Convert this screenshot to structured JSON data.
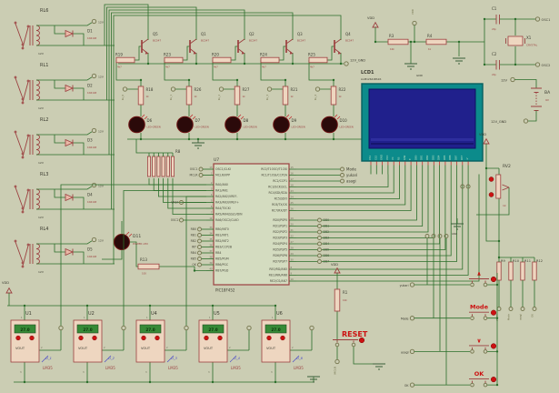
{
  "relays": [
    {
      "name": "RL6",
      "diode": "D1",
      "part": "1N4148",
      "v": "12V",
      "v2": "12V"
    },
    {
      "name": "RL1",
      "diode": "D2",
      "part": "1N4148",
      "v": "12V",
      "v2": "12V"
    },
    {
      "name": "RL2",
      "diode": "D3",
      "part": "1N4148",
      "v": "12V",
      "v2": "12V"
    },
    {
      "name": "RL3",
      "diode": "D4",
      "part": "1N4148",
      "v": "12V",
      "v2": "12V"
    },
    {
      "name": "RL4",
      "diode": "D5",
      "part": "1N4148",
      "v": "12V",
      "v2": "12V"
    }
  ],
  "stages": [
    {
      "q": "Q5",
      "qpart": "BC547",
      "rb": "R19",
      "rbv": "4k7",
      "rl": "R18",
      "rlv": "1k",
      "led": "D6",
      "ledpart": "LED-GREEN",
      "net": "RL_6"
    },
    {
      "q": "Q1",
      "qpart": "BC547",
      "rb": "R23",
      "rbv": "4k7",
      "rl": "R26",
      "rlv": "1k",
      "led": "D7",
      "ledpart": "LED-GREEN",
      "net": "RL_1"
    },
    {
      "q": "Q2",
      "qpart": "BC547",
      "rb": "R20",
      "rbv": "4k7",
      "rl": "R27",
      "rlv": "1k",
      "led": "D8",
      "ledpart": "LED-GREEN",
      "net": "RL_2"
    },
    {
      "q": "Q3",
      "qpart": "BC547",
      "rb": "R24",
      "rbv": "4k7",
      "rl": "R21",
      "rlv": "1k",
      "led": "D9",
      "ledpart": "LED-GREEN",
      "net": "RL_3"
    },
    {
      "q": "Q4",
      "qpart": "BC547",
      "rb": "R25",
      "rbv": "4k7",
      "rl": "R22",
      "rlv": "1k",
      "led": "D10",
      "ledpart": "LED-GREEN",
      "net": "RL_4"
    }
  ],
  "r8": {
    "name": "R8"
  },
  "power_led": {
    "name": "D11",
    "part": "POWER LED",
    "r13": "R13",
    "r13v": "100"
  },
  "mcu": {
    "ref": "U7",
    "part": "PIC18F452",
    "left_top": [
      {
        "n": "13",
        "name": "OSC1/CLKI"
      },
      {
        "n": "1",
        "name": "MCLR/VPP"
      }
    ],
    "left_ra": [
      {
        "n": "2",
        "name": "RA0/AN0"
      },
      {
        "n": "3",
        "name": "RA1/AN1"
      },
      {
        "n": "4",
        "name": "RA2/AN2/VREF-"
      },
      {
        "n": "5",
        "name": "RA3/AN3/VREF+"
      },
      {
        "n": "6",
        "name": "RA4/T0CKI"
      },
      {
        "n": "7",
        "name": "RA5/AN4/SS/LVDIN"
      },
      {
        "n": "14",
        "name": "RA6/OSC2/CLKO"
      }
    ],
    "left_rb": [
      {
        "n": "33",
        "name": "RB0/INT0"
      },
      {
        "n": "34",
        "name": "RB1/INT1"
      },
      {
        "n": "35",
        "name": "RB2/INT2"
      },
      {
        "n": "36",
        "name": "RB3/CCP2B"
      },
      {
        "n": "37",
        "name": "RB4"
      },
      {
        "n": "38",
        "name": "RB5/PGM"
      },
      {
        "n": "39",
        "name": "RB6/PGC"
      },
      {
        "n": "40",
        "name": "RB7/PGD"
      }
    ],
    "right_rc": [
      {
        "n": "15",
        "name": "RC0/T1OSO/T1CKI"
      },
      {
        "n": "16",
        "name": "RC1/T1OSI/CCP2A"
      },
      {
        "n": "17",
        "name": "RC2/CCP1"
      },
      {
        "n": "18",
        "name": "RC3/SCK/SCL"
      },
      {
        "n": "23",
        "name": "RC4/SDI/SDA"
      },
      {
        "n": "24",
        "name": "RC5/SDO"
      },
      {
        "n": "25",
        "name": "RC6/TX/CK"
      },
      {
        "n": "26",
        "name": "RC7/RX/DT"
      }
    ],
    "right_rd": [
      {
        "n": "19",
        "name": "RD0/PSP0"
      },
      {
        "n": "20",
        "name": "RD1/PSP1"
      },
      {
        "n": "21",
        "name": "RD2/PSP2"
      },
      {
        "n": "22",
        "name": "RD3/PSP3"
      },
      {
        "n": "27",
        "name": "RD4/PSP4"
      },
      {
        "n": "28",
        "name": "RD5/PSP5"
      },
      {
        "n": "29",
        "name": "RD6/PSP6"
      },
      {
        "n": "30",
        "name": "RD7/PSP7"
      }
    ],
    "right_re": [
      {
        "n": "8",
        "name": "RE0/RD/AN5"
      },
      {
        "n": "9",
        "name": "RE1/WR/AN6"
      },
      {
        "n": "10",
        "name": "RE2/CS/AN7"
      }
    ]
  },
  "left_terminals": {
    "osc1": "OSC1",
    "mclr": "MCLR",
    "vref": "VREF",
    "osc2": "OSC2",
    "rb": [
      "RB0",
      "RB1",
      "RB2",
      "INT",
      "RB4",
      "RB5",
      "OK"
    ]
  },
  "right_terminals": [
    "Mode",
    "yukari",
    "asagi"
  ],
  "db_terminals": [
    "DB0",
    "DB1",
    "DB2",
    "DB3",
    "DB4",
    "DB5",
    "DB6",
    "DB7"
  ],
  "lcd": {
    "ref": "LCD1",
    "part": "LGM12641BS1R",
    "pins": [
      "CS1",
      "CS2",
      "GND",
      "VCC",
      "V0",
      "RS",
      "R/W",
      "E",
      "DB0",
      "DB1",
      "DB2",
      "DB3",
      "DB4",
      "DB5",
      "DB6",
      "DB7",
      "RST",
      "-V"
    ]
  },
  "osc": {
    "vdd": "VDD",
    "gnd": "GND",
    "r3": "R3",
    "r3v": "10k",
    "r4": "R4",
    "r4v": "1k",
    "c1": "C1",
    "c1v": "22p",
    "c2": "C2",
    "c2v": "22p",
    "x1": "X1",
    "x1part": "CRYSTAL",
    "osc1": "OSC1",
    "osc2": "OSC2"
  },
  "battery": {
    "v12": "12V",
    "name": "BA",
    "value": "9V",
    "gnd": "12V_GND"
  },
  "rails": {
    "v12gnd": "12V_GND",
    "vdd": "VDD",
    "gnd": "GND"
  },
  "rv2": {
    "name": "RV2",
    "value": "1k"
  },
  "pulls": [
    {
      "name": "R9",
      "net": "yukari"
    },
    {
      "name": "R10",
      "net": "Mode"
    },
    {
      "name": "R11",
      "net": "asagi"
    },
    {
      "name": "R12",
      "net": "OK"
    }
  ],
  "buttons": [
    {
      "label": "∧",
      "net": "yukari"
    },
    {
      "label": "Mode",
      "net": "Mode"
    },
    {
      "label": "∨",
      "net": "asagi"
    },
    {
      "label": "OK",
      "net": "OK"
    }
  ],
  "reset": {
    "vdd": "VDD",
    "r1": "R1",
    "r1v": "10k",
    "label": "RESET",
    "mclr": "MCLR"
  },
  "sensors": [
    {
      "ref": "U1",
      "part": "LM35",
      "value": "27.0",
      "vout": "VOUT",
      "net": "O_1",
      "p1": "1",
      "p2": "2",
      "p3": "3"
    },
    {
      "ref": "U2",
      "part": "LM35",
      "value": "27.0",
      "vout": "VOUT",
      "net": "O_2",
      "p1": "1",
      "p2": "2",
      "p3": "3"
    },
    {
      "ref": "U4",
      "part": "LM35",
      "value": "27.0",
      "vout": "VOUT",
      "net": "O_3",
      "p1": "1",
      "p2": "2",
      "p3": "3"
    },
    {
      "ref": "U5",
      "part": "LM35",
      "value": "27.0",
      "vout": "VOUT",
      "net": "O_4",
      "p1": "1",
      "p2": "2",
      "p3": "3"
    },
    {
      "ref": "U6",
      "part": "LM35",
      "value": "27.0",
      "vout": "VOUT",
      "net": "O_6",
      "p1": "1",
      "p2": "2",
      "p3": "3"
    }
  ]
}
